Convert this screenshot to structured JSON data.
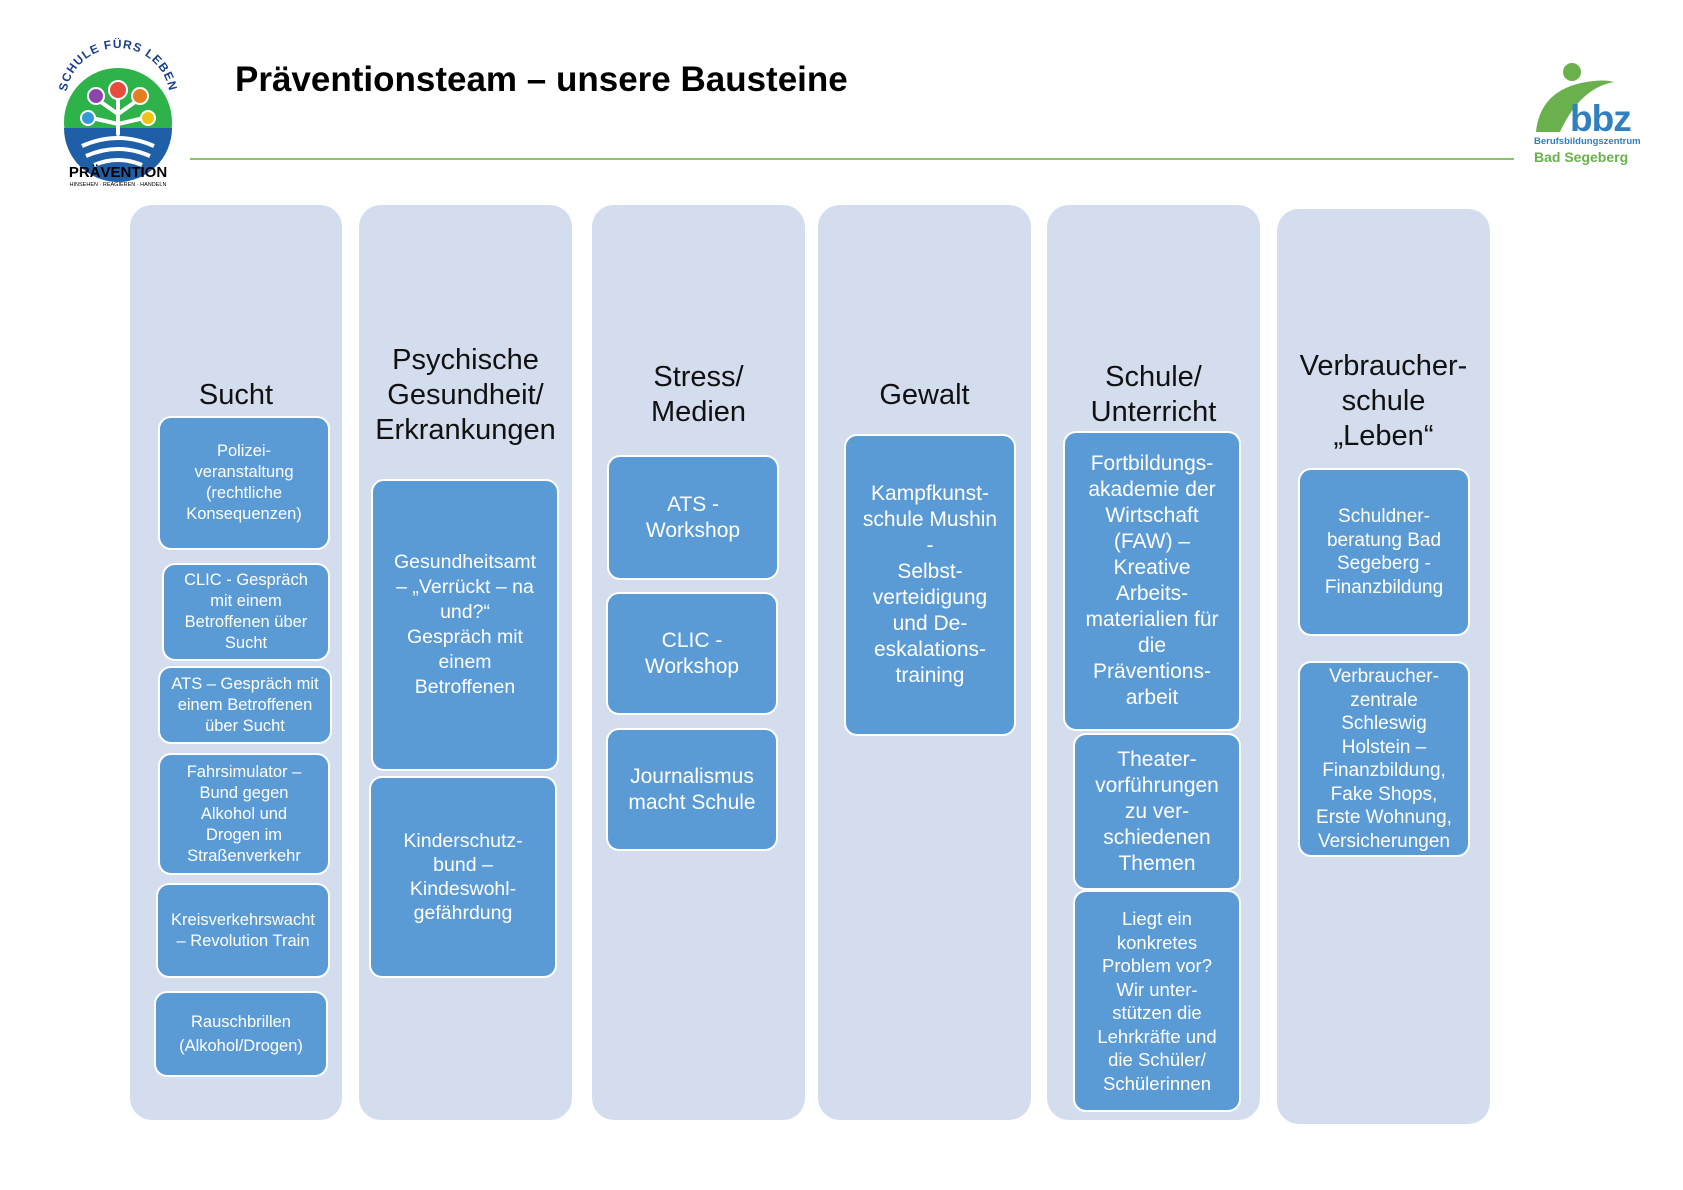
{
  "header": {
    "title": "Präventionsteam – unsere Bausteine",
    "logo_left": {
      "arc_text": "SCHULE FÜRS LEBEN",
      "label": "PRÄVENTION",
      "tagline": "HINSEHEN · REAGIEREN · HANDELN"
    },
    "logo_right": {
      "brand": "bbz",
      "line1": "Berufsbildungszentrum",
      "line2": "Bad Segeberg"
    }
  },
  "colors": {
    "column_bg": "#d3ddee",
    "box_bg": "#5b9bd5",
    "rule": "#8cc46b",
    "brand_blue": "#2f7fc1",
    "brand_green": "#6ab04c"
  },
  "columns": [
    {
      "heading": "Sucht",
      "items": [
        "Polizei-\nveranstaltung\n(rechtliche\nKonsequenzen)",
        "CLIC -  Gespräch\nmit einem\nBetroffenen über\nSucht",
        "ATS – Gespräch mit\neinem Betroffenen\nüber Sucht",
        "Fahrsimulator –\nBund gegen\nAlkohol und\nDrogen im\nStraßenverkehr",
        "Kreisverkehrswacht\n– Revolution Train",
        "Rauschbrillen\n(Alkohol/Drogen)"
      ]
    },
    {
      "heading": "Psychische\nGesundheit/\nErkrankungen",
      "items": [
        "Gesundheitsamt\n– „Verrückt – na\nund?“\nGespräch mit\neinem\nBetroffenen",
        "Kinderschutz-\nbund –\nKindeswohl-\ngefährdung"
      ]
    },
    {
      "heading": "Stress/\nMedien",
      "items": [
        "ATS -\nWorkshop",
        "CLIC -\nWorkshop",
        "Journalismus\nmacht Schule"
      ]
    },
    {
      "heading": "Gewalt",
      "items": [
        "Kampfkunst-\nschule Mushin\n-\nSelbst-\nverteidigung\nund De-\neskalations-\ntraining"
      ]
    },
    {
      "heading": "Schule/\nUnterricht",
      "items": [
        "Fortbildungs-\nakademie der\nWirtschaft\n(FAW) –\nKreative\nArbeits-\nmaterialien für\ndie\nPräventions-\narbeit",
        "Theater-\nvorführungen\nzu ver-\nschiedenen\nThemen",
        "Liegt ein\nkonkretes\nProblem vor?\nWir unter-\nstützen die\nLehrkräfte und\ndie Schüler/\nSchülerinnen"
      ]
    },
    {
      "heading": "Verbraucher-\nschule\n„Leben“",
      "items": [
        "Schuldner-\nberatung Bad\nSegeberg -\nFinanzbildung",
        "Verbraucher-\nzentrale\nSchleswig\nHolstein –\nFinanzbildung,\nFake Shops,\nErste Wohnung,\nVersicherungen"
      ]
    }
  ]
}
